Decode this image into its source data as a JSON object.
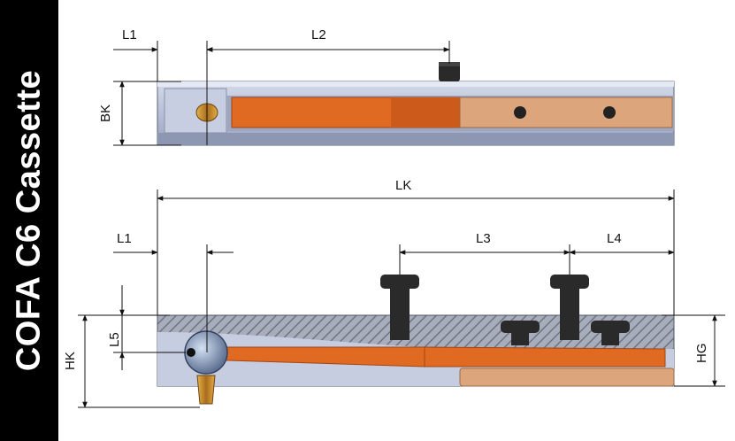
{
  "sidebar": {
    "title": "COFA C6 Cassette",
    "background": "#000000",
    "text_color": "#ffffff"
  },
  "top_view": {
    "dimensions": {
      "l1": "L1",
      "l2": "L2",
      "bk": "BK"
    }
  },
  "side_view": {
    "dimensions": {
      "lk": "LK",
      "l1": "L1",
      "l3": "L3",
      "l4": "L4",
      "l5": "L5",
      "hk": "HK",
      "hg": "HG"
    }
  },
  "colors": {
    "body": "#b4bdd6",
    "blade": "#e06a22",
    "wood": "#dca57c",
    "brass": "#c98a2a",
    "screw": "#222222"
  }
}
